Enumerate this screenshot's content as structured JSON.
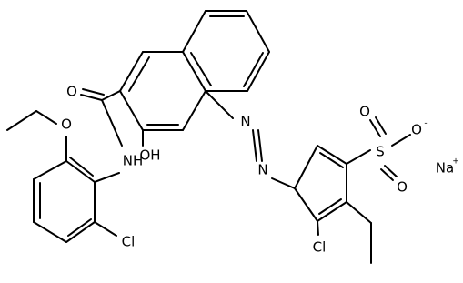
{
  "atoms": {
    "o_ether": "O",
    "nh": "NH",
    "o_amide": "O",
    "oh": "OH",
    "n1": "N",
    "n2": "N",
    "cl_anilide": "Cl",
    "cl_ring": "Cl",
    "s": "S",
    "o_top": "O",
    "o_right": "O",
    "o_right_charge": "-",
    "o_bottom": "O",
    "na": "Na",
    "na_charge": "+"
  },
  "colors": {
    "bond": "#000000",
    "text": "#000000",
    "background": "#ffffff"
  }
}
